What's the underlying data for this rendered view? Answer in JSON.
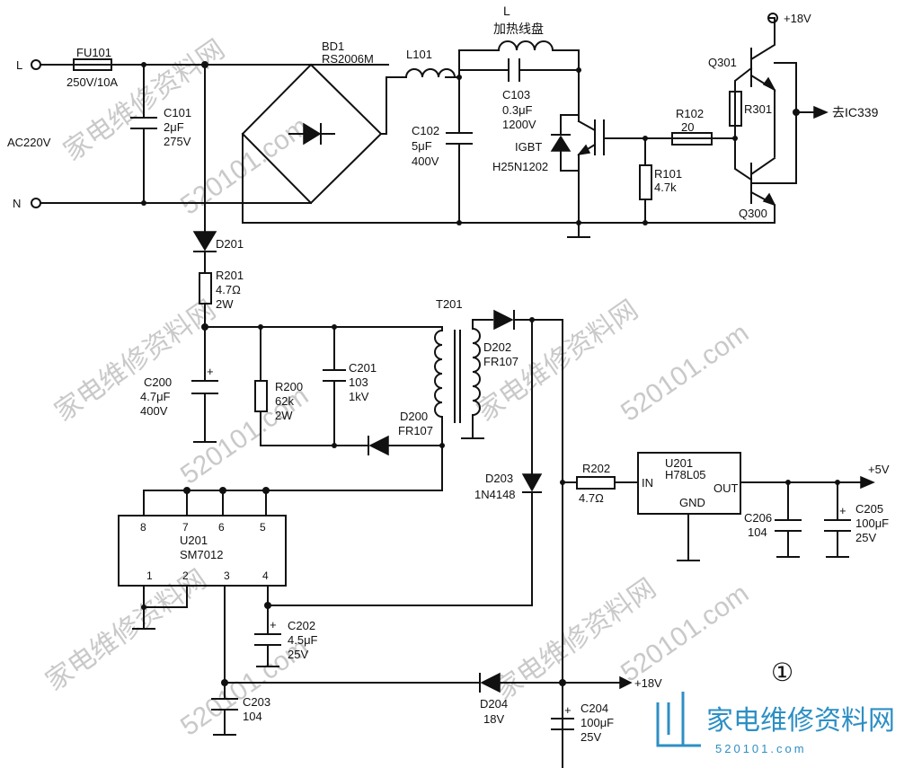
{
  "labels": {
    "L": "L",
    "N": "N",
    "AC": "AC220V",
    "FU101": "FU101",
    "FU101_v": "250V/10A",
    "C101": "C101",
    "C101_v1": "2μF",
    "C101_v2": "275V",
    "BD1": "BD1",
    "BD1_v": "RS2006M",
    "L101": "L101",
    "Lcoil": "L",
    "Lcoil_cn": "加热线盘",
    "C102": "C102",
    "C102_v1": "5μF",
    "C102_v2": "400V",
    "C103": "C103",
    "C103_v1": "0.3μF",
    "C103_v2": "1200V",
    "IGBT": "IGBT",
    "IGBT_v": "H25N1202",
    "R102": "R102",
    "R102_v": "20",
    "R101": "R101",
    "R101_v": "4.7k",
    "Q301": "Q301",
    "Q300": "Q300",
    "R301": "R301",
    "V18top": "+18V",
    "IC339": "去IC339",
    "D201": "D201",
    "R201": "R201",
    "R201_v1": "4.7Ω",
    "R201_v2": "2W",
    "C200": "C200",
    "C200_v1": "4.7μF",
    "C200_v2": "400V",
    "R200": "R200",
    "R200_v1": "62k",
    "R200_v2": "2W",
    "C201": "C201",
    "C201_v1": "103",
    "C201_v2": "1kV",
    "T201": "T201",
    "D202": "D202",
    "D202_v": "FR107",
    "D200": "D200",
    "D200_v": "FR107",
    "D203": "D203",
    "D203_v": "1N4148",
    "R202": "R202",
    "R202_v": "4.7Ω",
    "U201b": "U201",
    "U201b_v": "H78L05",
    "IN": "IN",
    "OUT": "OUT",
    "GND": "GND",
    "V5": "+5V",
    "C206": "C206",
    "C206_v": "104",
    "C205": "C205",
    "C205_v1": "100μF",
    "C205_v2": "25V",
    "U201a": "U201",
    "U201a_v": "SM7012",
    "pin8": "8",
    "pin7": "7",
    "pin6": "6",
    "pin5": "5",
    "pin1": "1",
    "pin2": "2",
    "pin3": "3",
    "pin4": "4",
    "C202": "C202",
    "C202_v1": "4.5μF",
    "C202_v2": "25V",
    "C203": "C203",
    "C203_v": "104",
    "D204": "D204",
    "D204_v": "18V",
    "V18bot": "+18V",
    "C204": "C204",
    "C204_v1": "100μF",
    "C204_v2": "25V",
    "circled": "①",
    "logo": "家电维修资料网",
    "logo_url": "520101.com",
    "watermark": "家电维修资料网"
  }
}
